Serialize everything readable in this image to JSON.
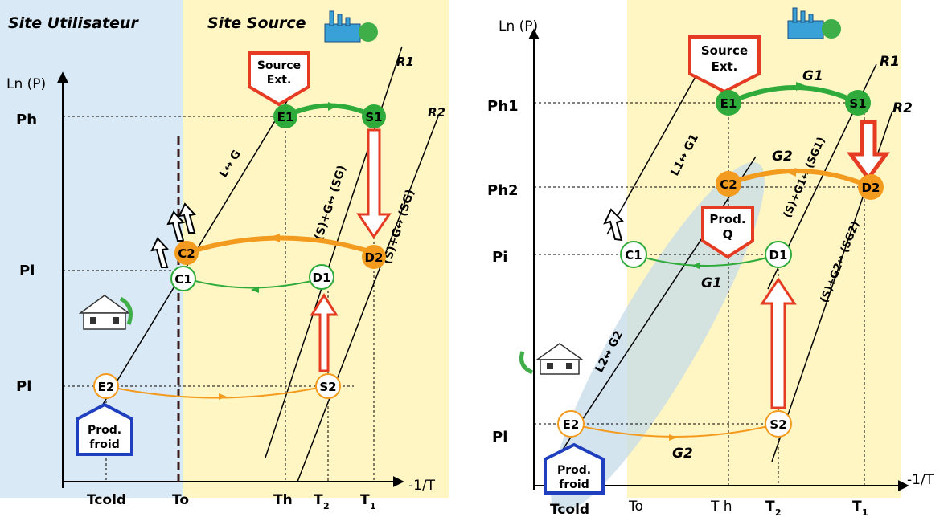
{
  "left": {
    "site_user": "Site Utilisateur",
    "site_source": "Site Source",
    "y_axis": "Ln (P)",
    "x_axis": "-1/T",
    "p_h": "Ph",
    "p_i": "Pi",
    "p_l": "Pl",
    "r1": "R1",
    "r2": "R2",
    "source_l1": "Source",
    "source_l2": "Ext.",
    "prod_l1": "Prod.",
    "prod_l2": "froid",
    "lg_label": "L↔ G",
    "sg1_label": "(S)+G↔ (SG)",
    "sg2_label": "(S)+G↔ (SG)",
    "nodes": {
      "E1": "E1",
      "S1": "S1",
      "C2": "C2",
      "D2": "D2",
      "C1": "C1",
      "D1": "D1",
      "E2": "E2",
      "S2": "S2"
    },
    "ticks": {
      "tcold": "Tcold",
      "to": "To",
      "th": "Th",
      "t2": "T",
      "t2_sub": "2",
      "t1": "T",
      "t1_sub": "1"
    }
  },
  "right": {
    "y_axis": "Ln (P)",
    "x_axis": "-1/T",
    "p_h1": "Ph1",
    "p_h2": "Ph2",
    "p_i": "Pi",
    "p_l": "Pl",
    "r1": "R1",
    "r2": "R2",
    "g1_top": "G1",
    "g2_top": "G2",
    "g1_mid": "G1",
    "g2_bottom": "G2",
    "source_l1": "Source",
    "source_l2": "Ext.",
    "prodq_l1": "Prod.",
    "prodq_l2": "Q",
    "prod_l1": "Prod.",
    "prod_l2": "froid",
    "l1g1_label": "L1↔ G1",
    "l2g2_label": "L2↔ G2",
    "sg1_label": "(S)+G1↔ (SG1)",
    "sg2_label": "(S)+G2↔ (SG2)",
    "nodes": {
      "E1": "E1",
      "S1": "S1",
      "C2": "C2",
      "D2": "D2",
      "C1": "C1",
      "D1": "D1",
      "E2": "E2",
      "S2": "S2"
    },
    "ticks": {
      "tcold": "Tcold",
      "to": "To",
      "th": "T h",
      "t2": "T",
      "t2_sub": "2",
      "t1": "T",
      "t1_sub": "1"
    }
  },
  "colors": {
    "green": "#2eab3a",
    "orange": "#f39b1f",
    "red": "#e63b23",
    "blue": "#1f3fbf",
    "bg_blue": "#d9e9f5",
    "bg_yellow": "#fff6c4"
  }
}
